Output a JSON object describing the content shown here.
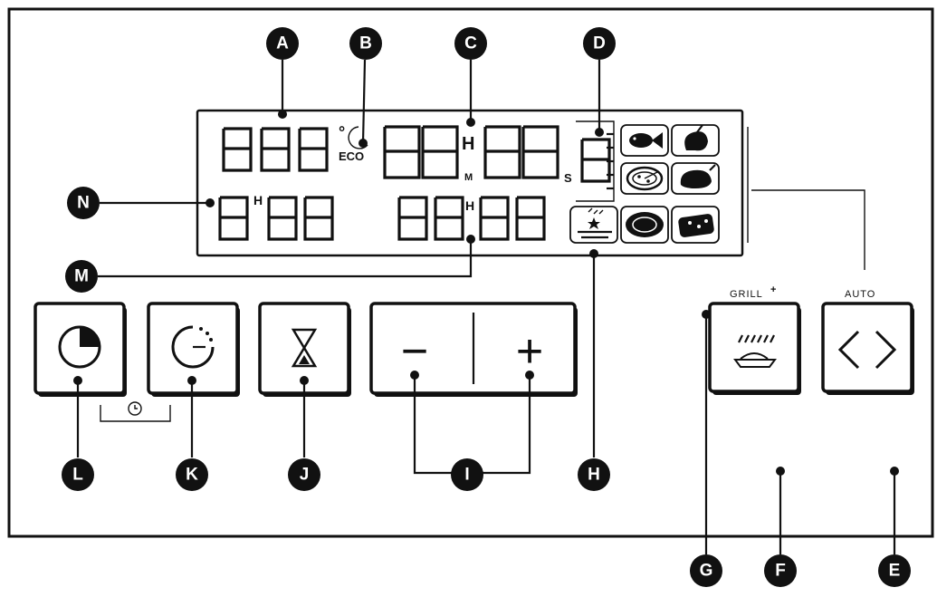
{
  "callouts": [
    "A",
    "B",
    "C",
    "D",
    "E",
    "F",
    "G",
    "H",
    "I",
    "J",
    "K",
    "L",
    "M",
    "N"
  ],
  "lcd": {
    "temp_digits": "888",
    "degree_symbol": "°",
    "eco_label": "ECO",
    "clock_digits_left": "88",
    "clock_digits_right": "88",
    "hour_marker": "H",
    "minute_marker": "M",
    "second_marker": "S",
    "program_digit": "8",
    "lower_left_digit": "8",
    "lower_left_hour_marker": "H",
    "lower_left_digits": "88",
    "lower_mid_digits_left": "88",
    "lower_mid_hour_marker": "H",
    "lower_mid_digits_right": "88"
  },
  "buttons": {
    "grill_label": "GRILL",
    "grill_plus": "+",
    "auto_label": "AUTO",
    "minus_symbol": "−",
    "plus_symbol": "+"
  },
  "icons": [
    "clock-icon",
    "timer-icon",
    "hourglass-icon",
    "minus-icon",
    "plus-icon",
    "grill-icon",
    "chevrons-icon",
    "fish-icon",
    "meat-icon",
    "pizza-icon",
    "poultry-icon",
    "star-grill-icon",
    "cake-icon",
    "gratin-icon",
    "small-clock-icon"
  ]
}
